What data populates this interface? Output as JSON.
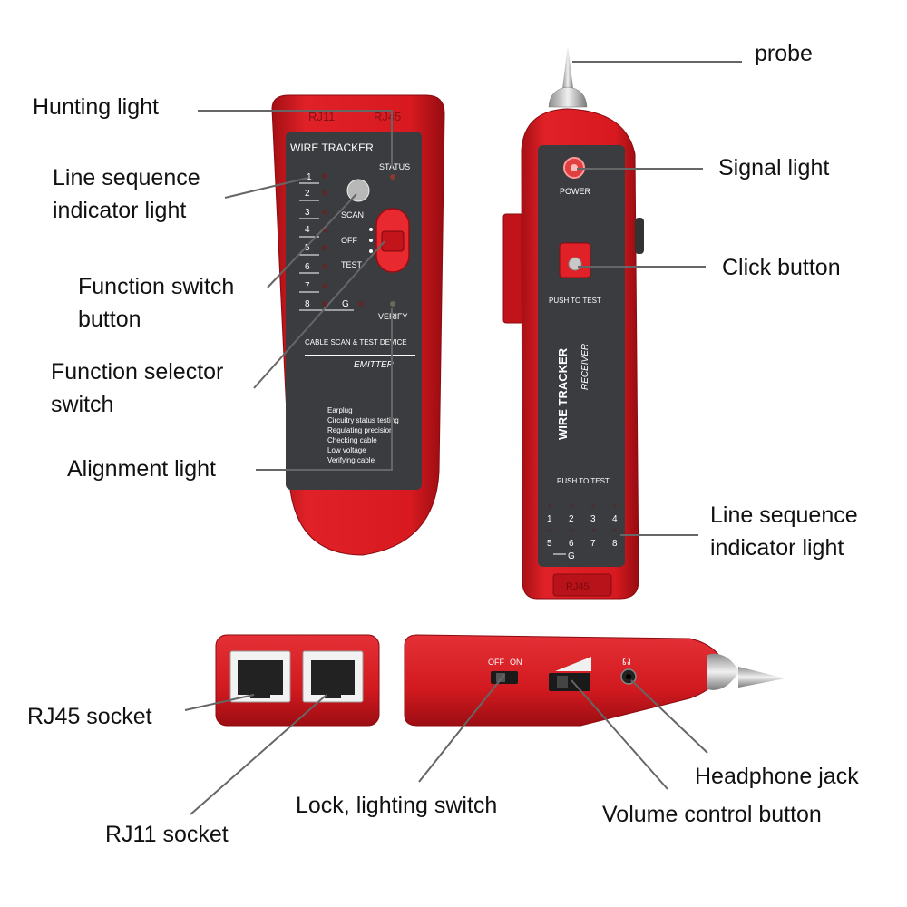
{
  "callouts": {
    "hunting_light": "Hunting light",
    "line_seq_emitter_1": "Line sequence",
    "line_seq_emitter_2": "indicator light",
    "function_switch_1": "Function switch",
    "function_switch_2": "button",
    "function_selector_1": "Function selector",
    "function_selector_2": "switch",
    "alignment_light": "Alignment light",
    "probe": "probe",
    "signal_light": "Signal light",
    "click_button": "Click button",
    "line_seq_receiver_1": "Line sequence",
    "line_seq_receiver_2": "indicator light",
    "rj45_socket": "RJ45 socket",
    "rj11_socket": "RJ11 socket",
    "lock_switch": "Lock, lighting switch",
    "headphone_jack": "Headphone jack",
    "volume_button": "Volume control button"
  },
  "emitter": {
    "top_port_left": "RJ11",
    "top_port_right": "RJ45",
    "title": "WIRE TRACKER",
    "status": "STATUS",
    "numbers": [
      "1",
      "2",
      "3",
      "4",
      "5",
      "6",
      "7",
      "8"
    ],
    "ground": "G",
    "scan": "SCAN",
    "off": "OFF",
    "test": "TEST",
    "verify": "VERIFY",
    "device_label": "CABLE SCAN & TEST DEVICE",
    "emitter_label": "EMITTER",
    "functions": [
      "Earplug",
      "Circuitry status testing",
      "Regulating precision",
      "Checking cable",
      "Low voltage",
      "Verifying cable"
    ]
  },
  "receiver": {
    "power": "POWER",
    "push_to_test": "PUSH TO TEST",
    "title": "WIRE TRACKER",
    "subtitle": "RECEIVER",
    "push_to_test_2": "PUSH TO TEST",
    "numbers_top": [
      "1",
      "2",
      "3",
      "4"
    ],
    "numbers_bottom": [
      "5",
      "6",
      "7",
      "8"
    ],
    "ground": "G",
    "bottom_port": "RJ45"
  },
  "side_view": {
    "off": "OFF",
    "on": "ON"
  },
  "colors": {
    "device_red": "#d81a20",
    "device_dark_red": "#a50f14",
    "panel_dark": "#3a3c40",
    "leader_line": "#666666"
  }
}
